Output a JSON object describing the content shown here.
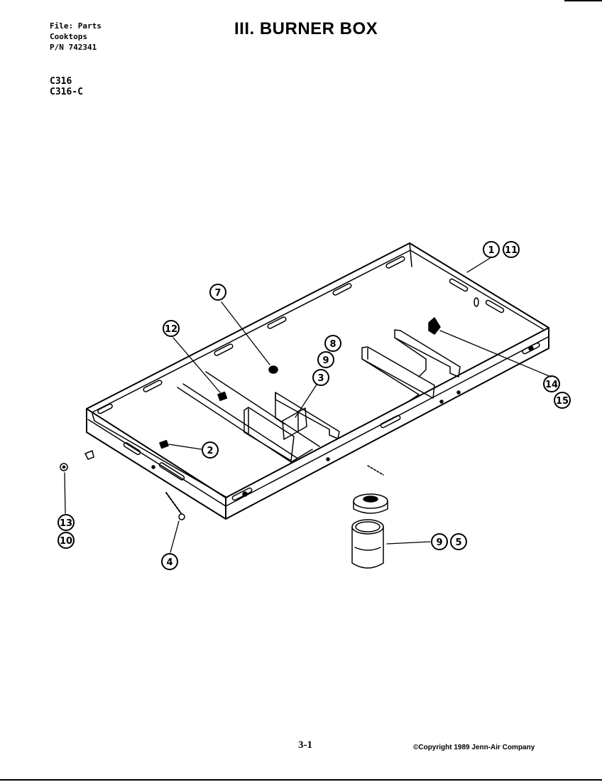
{
  "header": {
    "file_line": "File: Parts",
    "category_line": "Cooktops",
    "part_number_line": "P/N 742341",
    "title": "III. BURNER BOX"
  },
  "models": [
    "C316",
    "C316-C"
  ],
  "callouts": [
    {
      "id": "callout-1",
      "label": "1"
    },
    {
      "id": "callout-11",
      "label": "11"
    },
    {
      "id": "callout-7",
      "label": "7"
    },
    {
      "id": "callout-12",
      "label": "12"
    },
    {
      "id": "callout-8",
      "label": "8"
    },
    {
      "id": "callout-9-top",
      "label": "9"
    },
    {
      "id": "callout-3",
      "label": "3"
    },
    {
      "id": "callout-14",
      "label": "14"
    },
    {
      "id": "callout-15",
      "label": "15"
    },
    {
      "id": "callout-2",
      "label": "2"
    },
    {
      "id": "callout-13",
      "label": "13"
    },
    {
      "id": "callout-10",
      "label": "10"
    },
    {
      "id": "callout-4",
      "label": "4"
    },
    {
      "id": "callout-9-bottom",
      "label": "9"
    },
    {
      "id": "callout-5",
      "label": "5"
    }
  ],
  "footer": {
    "page_number": "3-1",
    "copyright": "©Copyright 1989 Jenn-Air Company"
  }
}
